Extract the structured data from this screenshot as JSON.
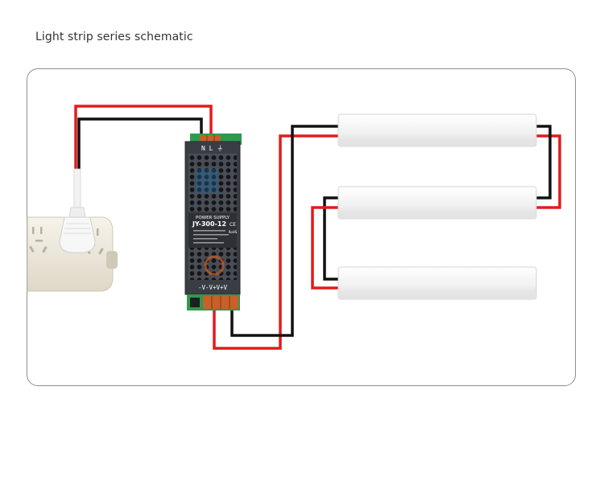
{
  "title": "Light strip series schematic",
  "colors": {
    "wire_positive": "#e31b1b",
    "wire_negative": "#111111",
    "frame_border": "#8e8e8e",
    "psu_body": "#3a3d44",
    "strip_body": "#f2f2f2",
    "terminal": "#c8602a"
  },
  "psu": {
    "input_marks": "N L ⏚",
    "header": "POWER SUPPLY",
    "model": "JY-300-12",
    "mark_ce": "CE",
    "mark_rohs": "RoHS",
    "output_marks": "-V-V+V+V"
  },
  "icons": [
    "power-strip-icon",
    "ac-plug-icon",
    "power-supply-icon",
    "led-strip-icon"
  ]
}
